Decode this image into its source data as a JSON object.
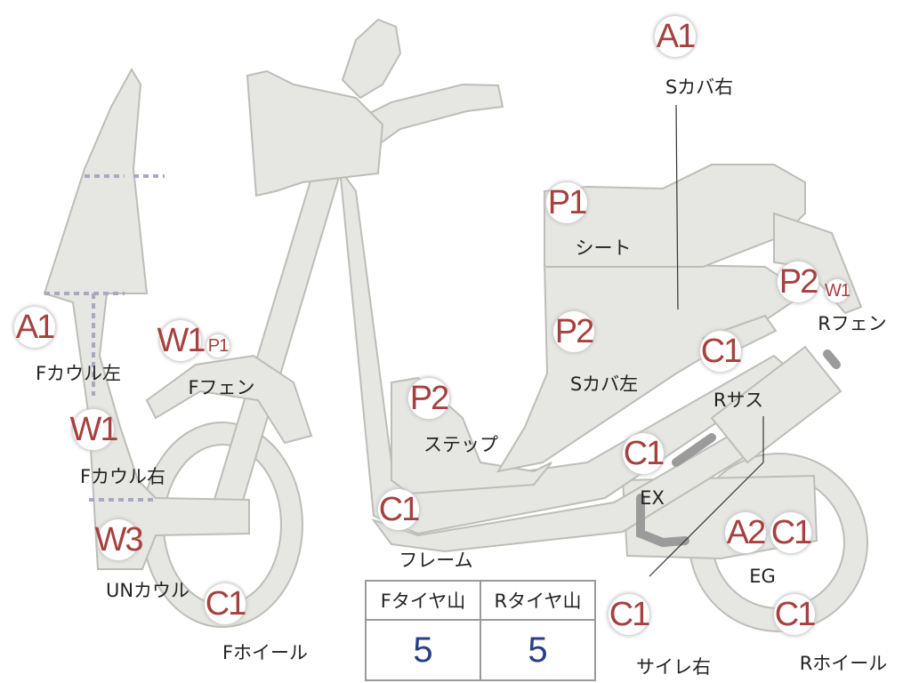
{
  "badges": {
    "a1_top": "A1",
    "p1_seat": "P1",
    "p2_rfen": "P2",
    "w1_rfen": "W1",
    "a1_fcowl_l": "A1",
    "w1_ffen": "W1",
    "p1_ffen": "P1",
    "p2_scover_l": "P2",
    "c1_rsus": "C1",
    "p2_step": "P2",
    "w1_fcowl_r": "W1",
    "c1_ex": "C1",
    "c1_frame": "C1",
    "w3_uncowl": "W3",
    "a2_eg": "A2",
    "c1_eg": "C1",
    "c1_fwheel": "C1",
    "c1_sile": "C1",
    "c1_rwheel": "C1"
  },
  "labels": {
    "scover_r": "Sカバ右",
    "seat": "シート",
    "rfender": "Rフェン",
    "fcowl_l": "Fカウル左",
    "ffender": "Fフェン",
    "scover_l": "Sカバ左",
    "rsus": "Rサス",
    "step": "ステップ",
    "fcowl_r": "Fカウル右",
    "ex": "EX",
    "frame": "フレーム",
    "uncowl": "UNカウル",
    "eg": "EG",
    "fwheel": "Fホイール",
    "sile_r": "サイレ右",
    "rwheel": "Rホイール"
  },
  "tire_table": {
    "headers": [
      "Fタイヤ山",
      "Rタイヤ山"
    ],
    "values": [
      "5",
      "5"
    ]
  },
  "colors": {
    "part_fill": "#e6e6e2",
    "part_stroke": "#bdbdb8",
    "badge_text": "#a6413f",
    "value_text": "#263f86"
  }
}
